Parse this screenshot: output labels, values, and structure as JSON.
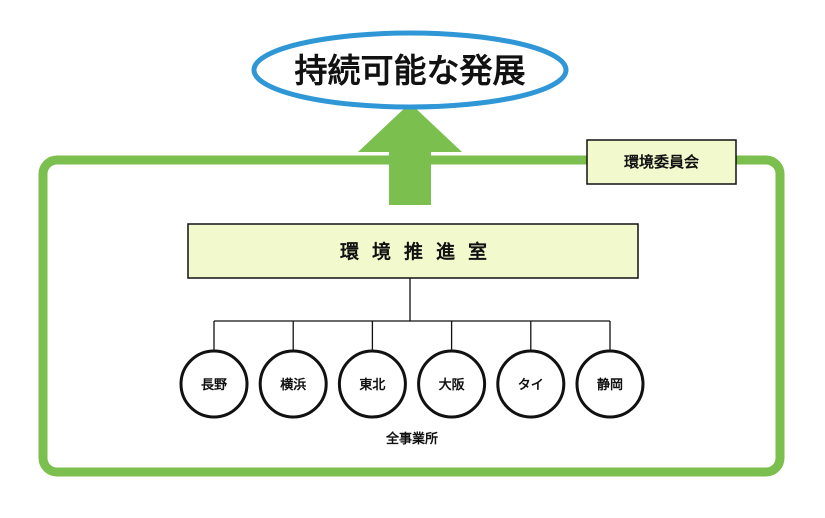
{
  "goal": "持続可能な発展",
  "committee": "環境委員会",
  "office": "環境推進室",
  "sites": [
    "長野",
    "横浜",
    "東北",
    "大阪",
    "タイ",
    "静岡"
  ],
  "sites_caption": "全事業所",
  "colors": {
    "green_frame": "#7bbf4e",
    "arrow_green": "#7bbf4e",
    "box_fill": "#f2f9cd",
    "ellipse_stroke": "#2f97d6",
    "ink": "#111111"
  }
}
